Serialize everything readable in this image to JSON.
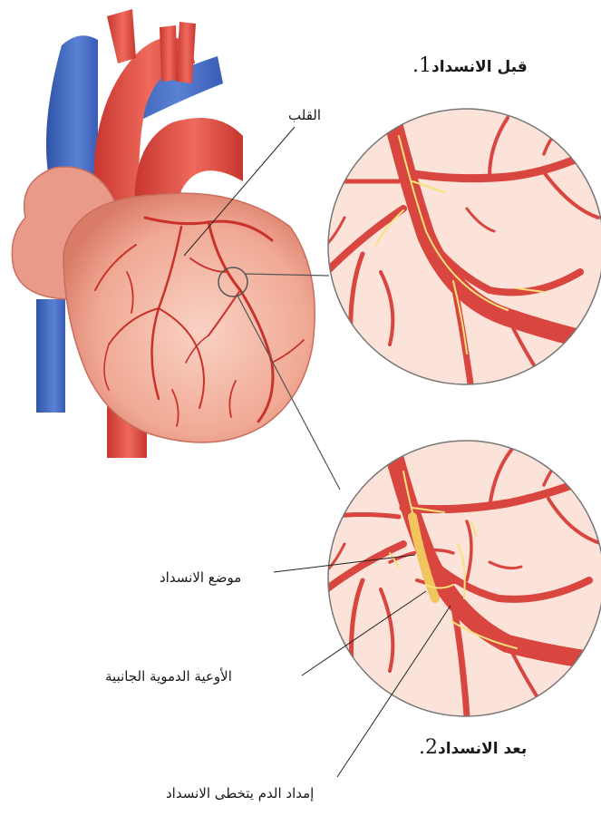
{
  "labels": {
    "heart": "القلب",
    "before_title": "قبل الانسداد",
    "before_number": "1.",
    "after_title": "بعد الانسداد",
    "after_number": "2.",
    "blockage_site": "موضع الانسداد",
    "collateral_vessels": "الأوعية الدموية الجانبية",
    "bypass_supply": "إمداد الدم يتخطى الانسداد"
  },
  "colors": {
    "heart_fill": "#f3b7a4",
    "artery_red": "#d9453f",
    "vein_blue": "#4a6fc0",
    "flow_arrow": "#f6e27a"
  }
}
